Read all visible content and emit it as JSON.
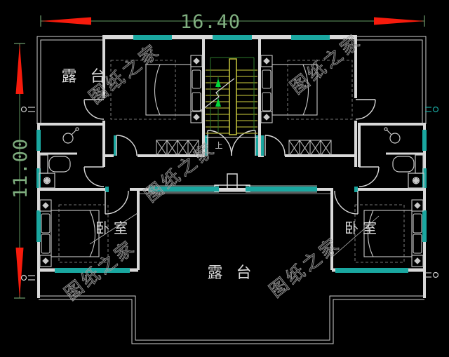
{
  "drawing": {
    "type": "cad-floor-plan",
    "dimensions": {
      "width_label": "16.40",
      "height_label": "11.00"
    },
    "rooms": {
      "terrace_top_left": "露 台",
      "terrace_bottom": "露 台",
      "bedroom_bottom_left": "卧室",
      "bedroom_bottom_right": "卧室"
    },
    "stairs": {
      "up_label": "上"
    },
    "watermark": {
      "text": "图纸之家",
      "count": 5
    },
    "colors": {
      "background": "#000000",
      "wall": "#d9d9d9",
      "window": "#1aa7a0",
      "dimension_line": "#517d51",
      "dimension_text": "#7fae7f",
      "arrow_red": "#f71b0c",
      "stair_tread": "#a8a832",
      "stair_rail": "#c8c83e",
      "stair_guide": "#2b7a2b",
      "direction_arrow_green": "#00d83a",
      "watermark_gray": "#9e9e9e"
    }
  }
}
